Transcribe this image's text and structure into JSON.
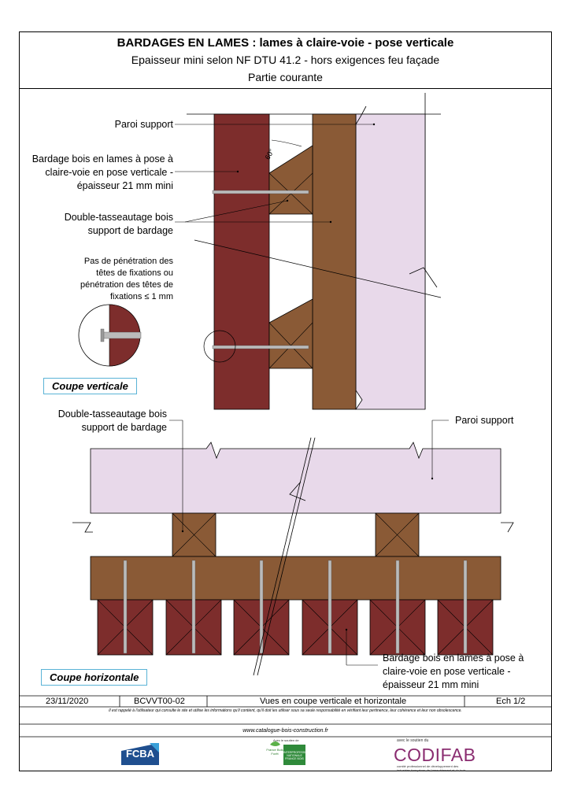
{
  "header": {
    "title": "BARDAGES EN LAMES : lames à claire-voie - pose verticale",
    "subtitle": "Epaisseur mini selon NF DTU 41.2 - hors exigences feu façade",
    "section": "Partie courante"
  },
  "labels": {
    "paroi_support_top": "Paroi support",
    "bardage_top": [
      "Bardage bois en lames à pose à",
      "claire-voie en pose verticale -",
      "épaisseur 21 mm mini"
    ],
    "double_tasseau_top": [
      "Double-tasseautage bois",
      "support de bardage"
    ],
    "penetration": [
      "Pas de pénétration des",
      "têtes de fixations ou",
      "pénétration des têtes de",
      "fixations ≤ 1 mm"
    ],
    "angle": "60°",
    "coupe_verticale": "Coupe verticale",
    "double_tasseau_bottom": [
      "Double-tasseautage bois",
      "support de bardage"
    ],
    "paroi_support_bottom": "Paroi support",
    "bardage_bottom": [
      "Bardage bois en lames à pose à",
      "claire-voie en pose verticale -",
      "épaisseur 21 mm mini"
    ],
    "coupe_horizontale": "Coupe horizontale"
  },
  "footer": {
    "date": "23/11/2020",
    "ref": "BCVVT00-02",
    "desc": "Vues en coupe verticale et horizontale",
    "scale": "Ech 1/2",
    "disclaimer": "Il est rappelé à l'utilisateur qui consulte le site et utilise les informations qu'il contient, qu'il doit les utiliser sous sa seule responsabilité en vérifiant leur pertinence, leur cohérence et leur non obsolescence.",
    "website": "www.catalogue-bois-construction.fr"
  },
  "logos": {
    "fcba": "FCBA",
    "mid_pre": "Avec le soutien de",
    "mid_tag": "France Bois Forêt",
    "mid_box": "INTERPROFESSION NATIONALE FRANCE BOIS",
    "codifab_pre": "avec le soutien du",
    "codifab": "CODIFAB",
    "codifab_post": "comité professionnel de développement des industries françaises de l'ameublement et du bois"
  },
  "colors": {
    "cladding": "#7d2d2c",
    "batten": "#8a5a36",
    "wall": "#e8d9ea",
    "frame_blue": "#5ab3d6"
  }
}
